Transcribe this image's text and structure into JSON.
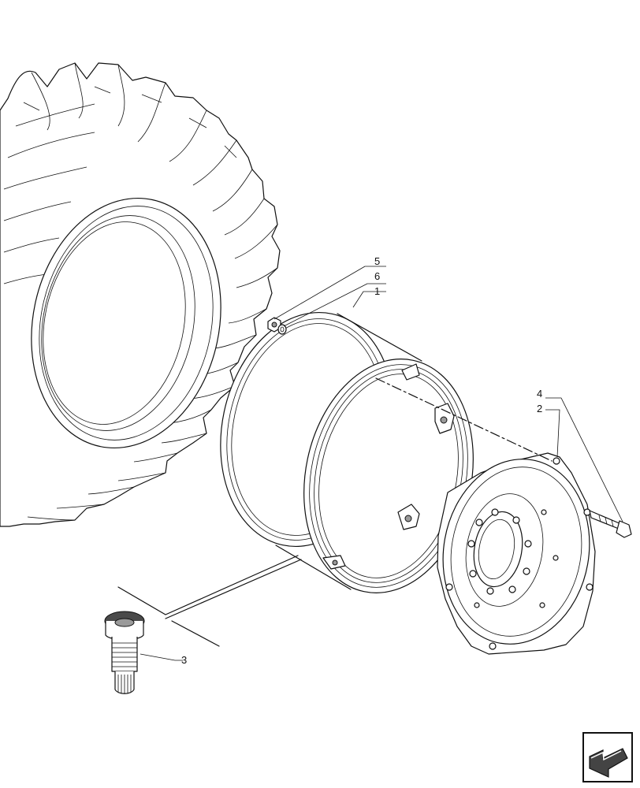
{
  "callouts": [
    {
      "id": "c5",
      "text": "5"
    },
    {
      "id": "c6",
      "text": "6"
    },
    {
      "id": "c1",
      "text": "1"
    },
    {
      "id": "c4",
      "text": "4"
    },
    {
      "id": "c2",
      "text": "2"
    },
    {
      "id": "c3",
      "text": "3"
    }
  ],
  "icons": {
    "nav": "previous-page-arrow-icon"
  }
}
